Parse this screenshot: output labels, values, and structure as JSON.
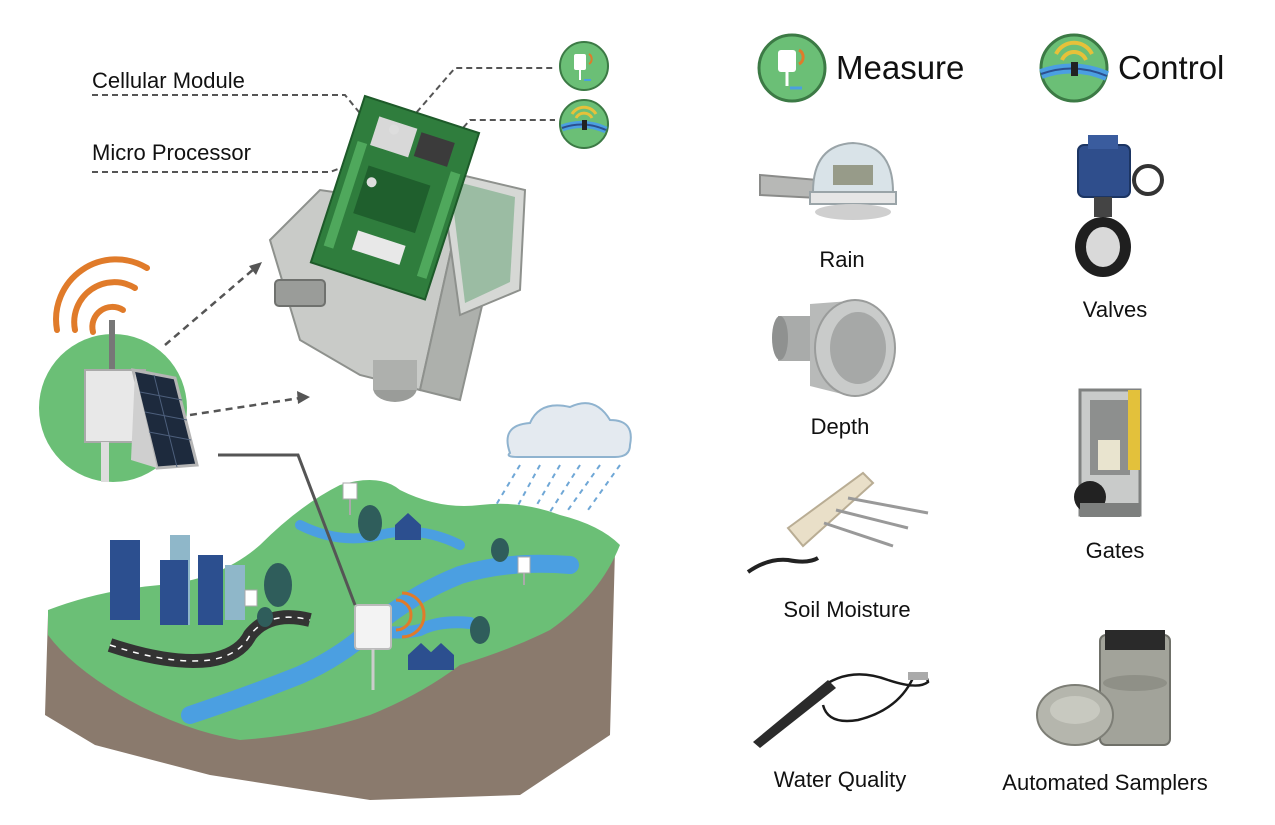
{
  "labels": {
    "cellular_module": "Cellular Module",
    "micro_processor": "Micro Processor"
  },
  "headers": {
    "measure": "Measure",
    "control": "Control"
  },
  "measure_items": [
    "Rain",
    "Depth",
    "Soil Moisture",
    "Water Quality"
  ],
  "control_items": [
    "Valves",
    "Gates",
    "Automated Samplers"
  ],
  "colors": {
    "green": "#6bbf76",
    "blue": "#4b9fe1",
    "orange": "#e07b2a",
    "yellow": "#e6c13a",
    "earth": "#8a7a6d",
    "navy": "#2c4f8f"
  }
}
